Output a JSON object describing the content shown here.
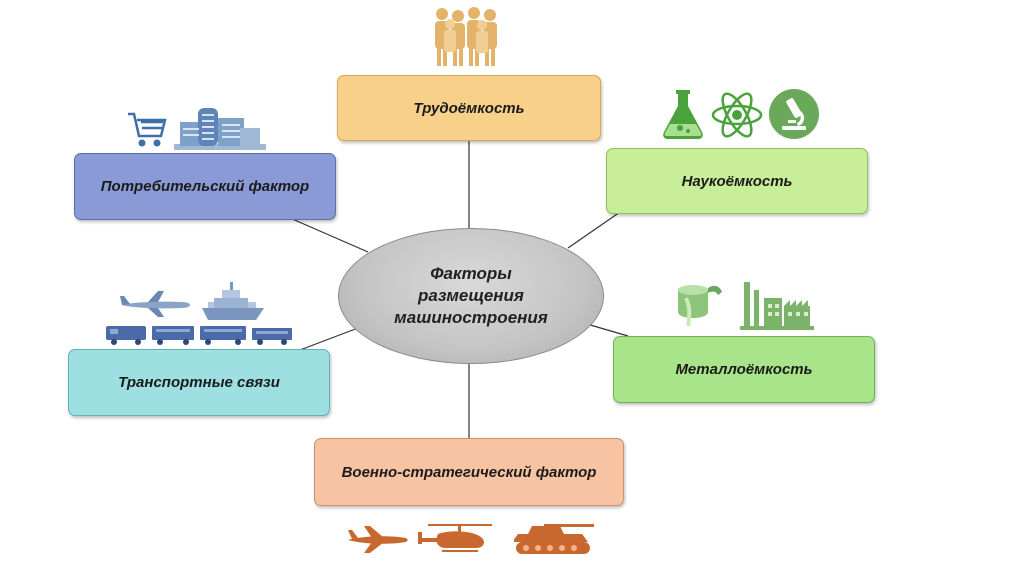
{
  "center": {
    "line1": "Факторы",
    "line2": "размещения",
    "line3": "машиностроения"
  },
  "factors": {
    "labor": "Трудоёмкость",
    "science": "Наукоёмкость",
    "consumer": "Потребительский фактор",
    "metal": "Металлоёмкость",
    "transport": "Транспортные связи",
    "military": "Военно-стратегический фактор"
  },
  "colors": {
    "labor": "#f8d08a",
    "science": "#c8ee9a",
    "consumer": "#8a9ad6",
    "metal": "#a8e48a",
    "transport": "#9ee0e2",
    "military": "#f8c3a3",
    "labor_icon": "#e3b36a",
    "science_icon": "#4aa23a",
    "consumer_icon": "#3f6fa8",
    "metal_icon": "#7cb36a",
    "transport_icon": "#4a6aa8",
    "military_icon": "#c8682e"
  },
  "icons": {
    "labor": [
      "people-group-icon"
    ],
    "science": [
      "flask-icon",
      "atom-icon",
      "microscope-icon"
    ],
    "consumer": [
      "shopping-cart-icon",
      "building-icon"
    ],
    "metal": [
      "ladle-icon",
      "factory-icon"
    ],
    "transport": [
      "airplane-icon",
      "ship-icon",
      "train-icon"
    ],
    "military": [
      "fighter-jet-icon",
      "helicopter-icon",
      "tank-icon"
    ]
  }
}
